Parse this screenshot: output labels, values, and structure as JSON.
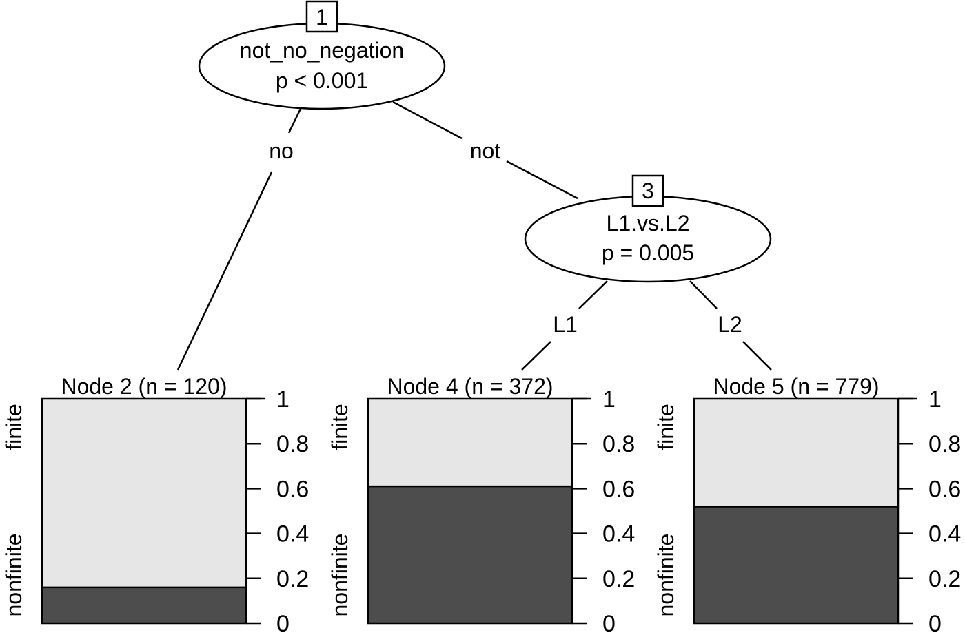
{
  "colors": {
    "finite": "#e6e6e6",
    "nonfinite": "#4d4d4d",
    "stroke": "#000000"
  },
  "chart_data": {
    "type": "bar",
    "inner_nodes": [
      {
        "id": "1",
        "variable": "not_no_negation",
        "p_value": "p < 0.001"
      },
      {
        "id": "3",
        "variable": "L1.vs.L2",
        "p_value": "p = 0.005"
      }
    ],
    "edges": [
      {
        "from": "1",
        "to": "2",
        "label": "no"
      },
      {
        "from": "1",
        "to": "3",
        "label": "not"
      },
      {
        "from": "3",
        "to": "4",
        "label": "L1"
      },
      {
        "from": "3",
        "to": "5",
        "label": "L2"
      }
    ],
    "categories": [
      "nonfinite",
      "finite"
    ],
    "ylim": [
      0,
      1
    ],
    "y_ticks": [
      "0",
      "0.2",
      "0.4",
      "0.6",
      "0.8",
      "1"
    ],
    "terminal_nodes": [
      {
        "title": "Node 2 (n = 120)",
        "nonfinite": 0.16,
        "finite": 0.84
      },
      {
        "title": "Node 4 (n = 372)",
        "nonfinite": 0.61,
        "finite": 0.39
      },
      {
        "title": "Node 5 (n = 779)",
        "nonfinite": 0.52,
        "finite": 0.48
      }
    ]
  }
}
